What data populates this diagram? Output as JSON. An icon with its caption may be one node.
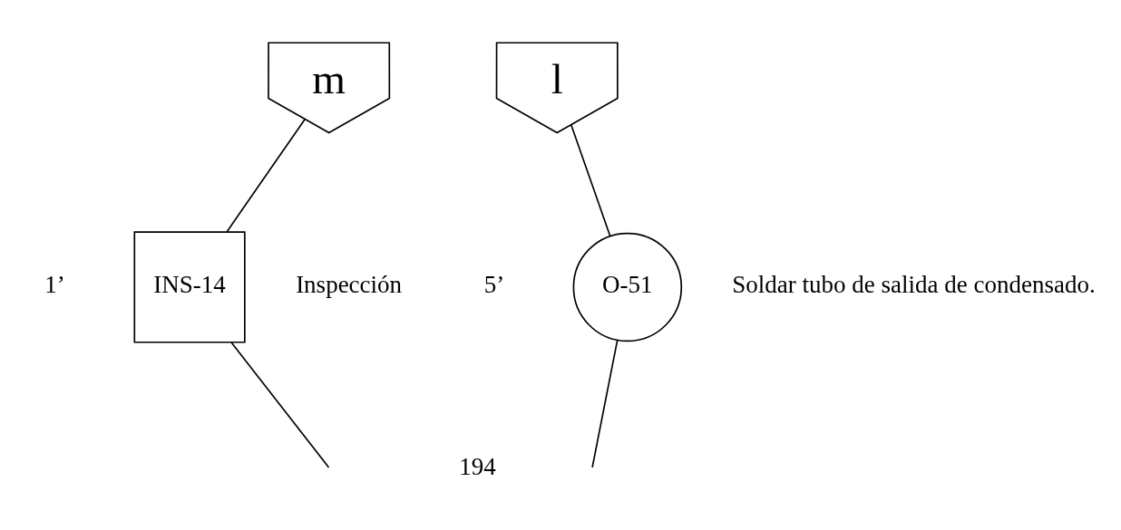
{
  "diagram": {
    "nodes": [
      {
        "text": [
          "m"
        ]
      },
      {
        "text": [
          "INS-14"
        ],
        "beside": [
          "1’",
          "Inspección"
        ]
      },
      {
        "text": [
          "l"
        ]
      },
      {
        "text": [
          "O-51"
        ],
        "beside": [
          "5’",
          "Soldar tubo de salida de condensado."
        ]
      }
    ],
    "edges": [
      {
        "from": 0,
        "to": 1,
        "arrow": "none"
      },
      {
        "from": 1,
        "to": null,
        "arrow": "none"
      },
      {
        "from": 2,
        "to": 3,
        "arrow": "none"
      },
      {
        "from": 3,
        "to": null,
        "arrow": "none"
      }
    ],
    "labels": [
      "194"
    ]
  }
}
